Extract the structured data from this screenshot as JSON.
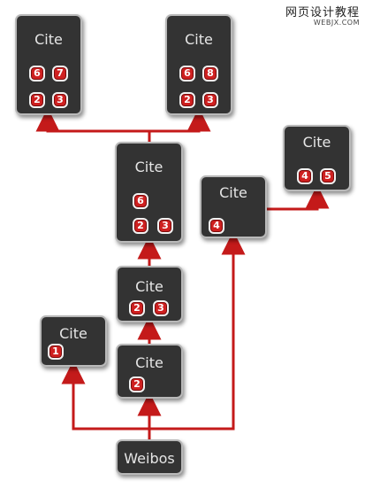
{
  "watermark": {
    "line1": "网页设计教程",
    "line2": "WEBJX.COM"
  },
  "cards": {
    "top_left": {
      "title": "Cite",
      "badges": [
        "6",
        "7",
        "2",
        "3"
      ]
    },
    "top_right": {
      "title": "Cite",
      "badges": [
        "6",
        "8",
        "2",
        "3"
      ]
    },
    "middle": {
      "title": "Cite",
      "badges": [
        "6",
        "2",
        "3"
      ]
    },
    "right_mid": {
      "title": "Cite",
      "badges": [
        "4"
      ]
    },
    "right_top": {
      "title": "Cite",
      "badges": [
        "4",
        "5"
      ]
    },
    "lower_mid": {
      "title": "Cite",
      "badges": [
        "2",
        "3"
      ]
    },
    "left_small": {
      "title": "Cite",
      "badges": [
        "1"
      ]
    },
    "bottom_mid": {
      "title": "Cite",
      "badges": [
        "2"
      ]
    }
  },
  "root": {
    "title": "Weibos"
  },
  "colors": {
    "connector": "#c41a1a",
    "card_bg": "#333333",
    "card_border": "#b9b9b9",
    "badge": "#cf2020"
  }
}
